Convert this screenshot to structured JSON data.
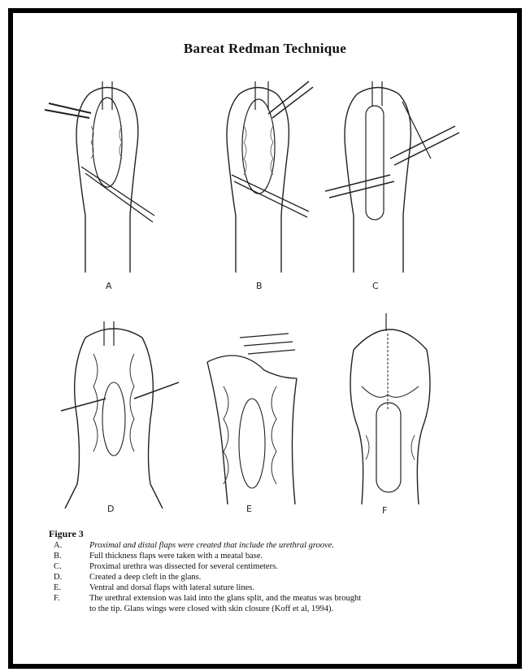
{
  "title": "Bareat Redman Technique",
  "panels": [
    {
      "label": "A"
    },
    {
      "label": "B"
    },
    {
      "label": "C"
    },
    {
      "label": "D"
    },
    {
      "label": "E"
    },
    {
      "label": "F"
    }
  ],
  "caption": {
    "figure_label": "Figure 3",
    "items": [
      {
        "key": "A.",
        "text": "Proximal and distal flaps were created that include the urethral groove."
      },
      {
        "key": "B.",
        "text": "Full thickness flaps were taken with a meatal base."
      },
      {
        "key": "C.",
        "text": "Proximal urethra was dissected for several centimeters."
      },
      {
        "key": "D.",
        "text": "Created a deep cleft in the glans."
      },
      {
        "key": "E.",
        "text": "Ventral and dorsal flaps with lateral suture lines."
      },
      {
        "key": "F.",
        "text": "The urethral extension was laid into the glans split, and the meatus was brought"
      },
      {
        "key": "",
        "text": "to the tip. Glans wings were closed with skin closure (Koff et al, 1994)."
      }
    ]
  }
}
